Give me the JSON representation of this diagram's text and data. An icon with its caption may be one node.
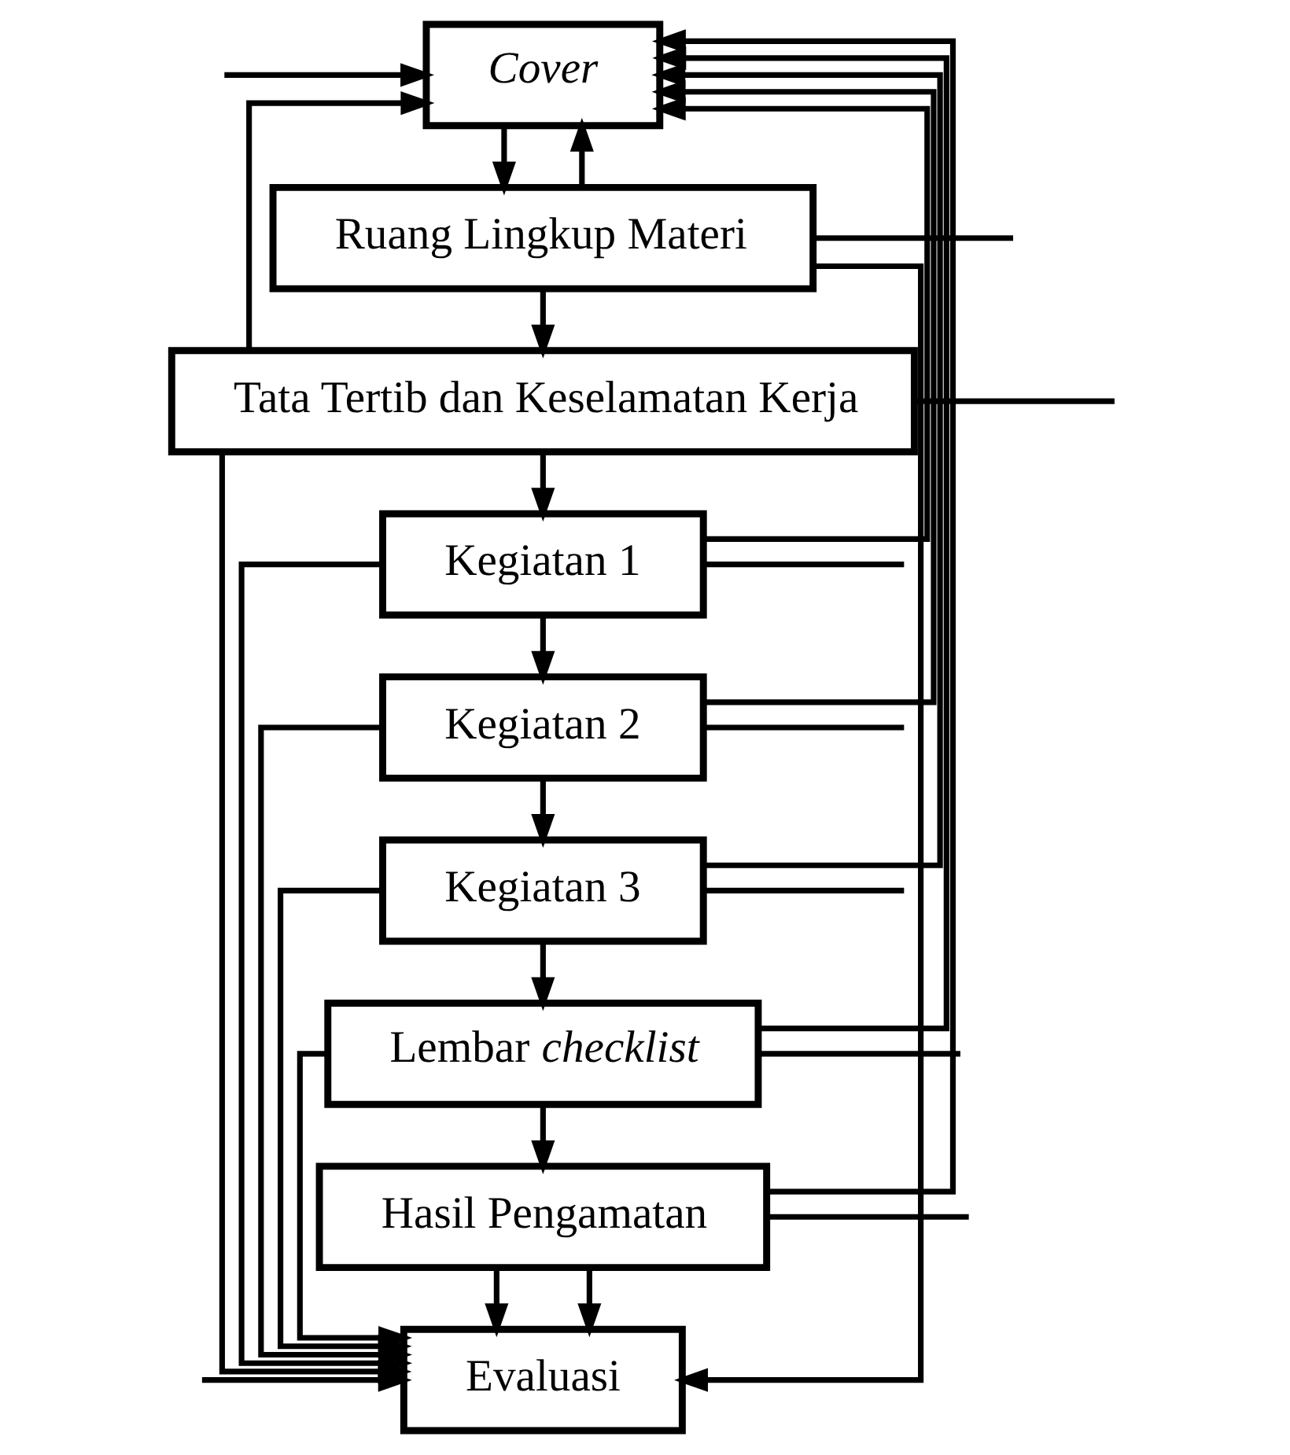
{
  "diagram": {
    "nodes": [
      {
        "text": [
          "Cover"
        ]
      },
      {
        "text": [
          "Ruang Lingkup Materi"
        ]
      },
      {
        "text": [
          "Tata Tertib dan Keselamatan Kerja"
        ]
      },
      {
        "text": [
          "Kegiatan 1"
        ]
      },
      {
        "text": [
          "Kegiatan 2"
        ]
      },
      {
        "text": [
          "Kegiatan 3"
        ]
      },
      {
        "text": [
          "Lembar *checklist*"
        ]
      },
      {
        "text": [
          "Hasil Pengamatan"
        ]
      },
      {
        "text": [
          "Evaluasi"
        ]
      }
    ],
    "edges": [
      {
        "from": 0,
        "to": 1,
        "arrow": "to"
      },
      {
        "from": 1,
        "to": 2,
        "arrow": "to"
      },
      {
        "from": 2,
        "to": 3,
        "arrow": "to"
      },
      {
        "from": 3,
        "to": 4,
        "arrow": "to"
      },
      {
        "from": 4,
        "to": 5,
        "arrow": "to"
      },
      {
        "from": 5,
        "to": 6,
        "arrow": "to"
      },
      {
        "from": 6,
        "to": 7,
        "arrow": "to"
      },
      {
        "from": 7,
        "to": 8,
        "arrow": "to"
      },
      {
        "from": 1,
        "to": 0,
        "arrow": "to"
      },
      {
        "from": 1,
        "to": 8,
        "arrow": "to"
      },
      {
        "from": 2,
        "to": 0,
        "arrow": "to"
      },
      {
        "from": 2,
        "to": 8,
        "arrow": "to"
      },
      {
        "from": 3,
        "to": 0,
        "arrow": "to"
      },
      {
        "from": 3,
        "to": 8,
        "arrow": "to"
      },
      {
        "from": 4,
        "to": 0,
        "arrow": "to"
      },
      {
        "from": 4,
        "to": 8,
        "arrow": "to"
      },
      {
        "from": 5,
        "to": 0,
        "arrow": "to"
      },
      {
        "from": 5,
        "to": 8,
        "arrow": "to"
      },
      {
        "from": 6,
        "to": 0,
        "arrow": "to"
      },
      {
        "from": 6,
        "to": 8,
        "arrow": "to"
      },
      {
        "from": 7,
        "to": 0,
        "arrow": "to"
      },
      {
        "from": 7,
        "to": 8,
        "arrow": "to"
      },
      {
        "from": null,
        "to": 0,
        "arrow": "to"
      },
      {
        "from": 1,
        "to": null,
        "arrow": "none"
      },
      {
        "from": 2,
        "to": null,
        "arrow": "none"
      },
      {
        "from": 3,
        "to": null,
        "arrow": "none"
      },
      {
        "from": 4,
        "to": null,
        "arrow": "none"
      },
      {
        "from": 5,
        "to": null,
        "arrow": "none"
      },
      {
        "from": 6,
        "to": null,
        "arrow": "none"
      },
      {
        "from": 7,
        "to": null,
        "arrow": "none"
      },
      {
        "from": null,
        "to": 8,
        "arrow": "to"
      }
    ]
  }
}
